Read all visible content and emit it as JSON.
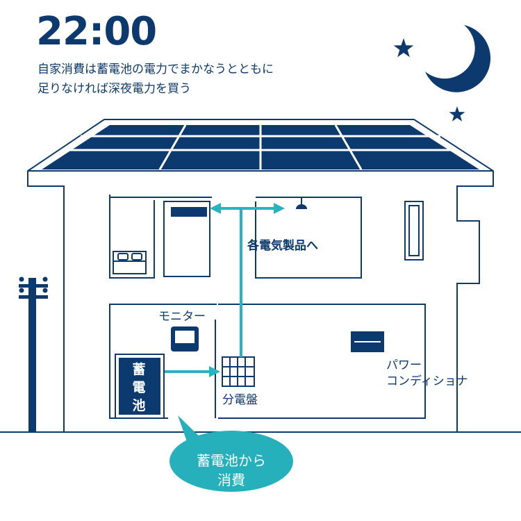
{
  "colors": {
    "navy": "#0d3a6e",
    "teal": "#29b3bf",
    "bubble": "#26b0bb",
    "white": "#ffffff"
  },
  "header": {
    "time": "22:00",
    "description_line1": "自家消費は蓄電池の電力でまかなうとともに",
    "description_line2": "足りなければ深夜電力を買う"
  },
  "sky": {
    "icons": [
      "moon-icon",
      "star-icon",
      "star-icon"
    ]
  },
  "house": {
    "appliances_label": "各電気製品へ",
    "monitor_label": "モニター",
    "distribution_panel_label": "分電盤",
    "power_conditioner_label_line1": "パワー",
    "power_conditioner_label_line2": "コンディショナ",
    "battery_label_chars": [
      "蓄",
      "電",
      "池"
    ]
  },
  "callout": {
    "line1": "蓄電池から",
    "line2": "消費"
  }
}
